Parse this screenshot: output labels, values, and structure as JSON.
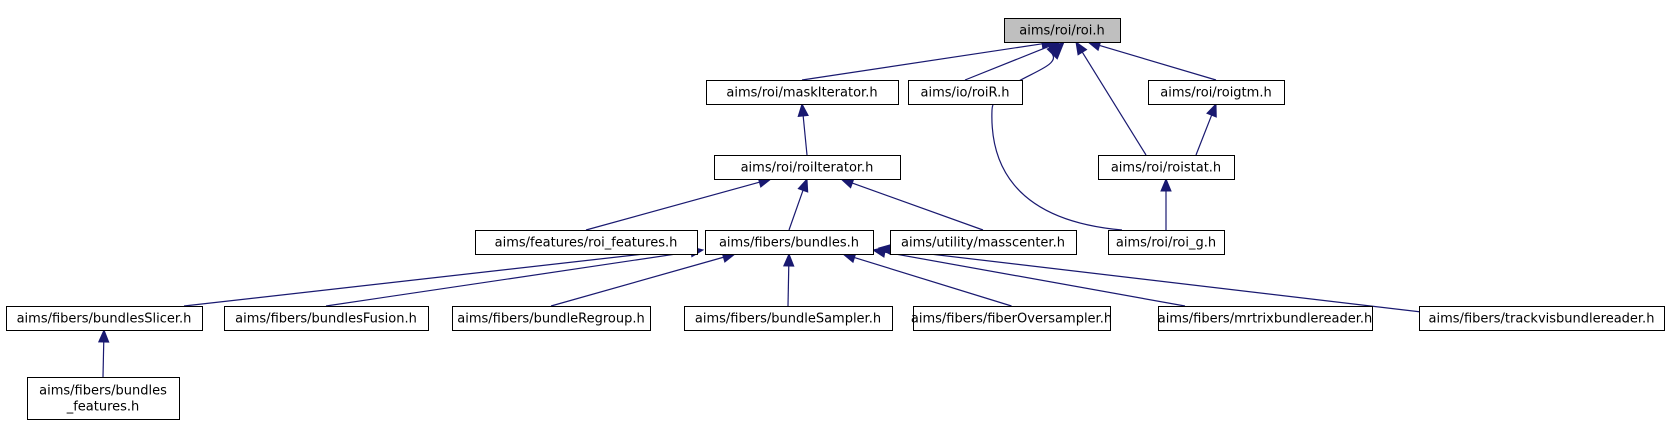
{
  "graph": {
    "nodes": [
      {
        "id": "roi",
        "lines": [
          "aims/roi/roi.h"
        ],
        "root": true
      },
      {
        "id": "maskIterator",
        "lines": [
          "aims/roi/maskIterator.h"
        ]
      },
      {
        "id": "roiR",
        "lines": [
          "aims/io/roiR.h"
        ]
      },
      {
        "id": "roigtm",
        "lines": [
          "aims/roi/roigtm.h"
        ]
      },
      {
        "id": "roiIterator",
        "lines": [
          "aims/roi/roiIterator.h"
        ]
      },
      {
        "id": "roistat",
        "lines": [
          "aims/roi/roistat.h"
        ]
      },
      {
        "id": "roi_features",
        "lines": [
          "aims/features/roi_features.h"
        ]
      },
      {
        "id": "bundles",
        "lines": [
          "aims/fibers/bundles.h"
        ]
      },
      {
        "id": "masscenter",
        "lines": [
          "aims/utility/masscenter.h"
        ]
      },
      {
        "id": "roi_g",
        "lines": [
          "aims/roi/roi_g.h"
        ]
      },
      {
        "id": "bundlesSlicer",
        "lines": [
          "aims/fibers/bundlesSlicer.h"
        ]
      },
      {
        "id": "bundlesFusion",
        "lines": [
          "aims/fibers/bundlesFusion.h"
        ]
      },
      {
        "id": "bundleRegroup",
        "lines": [
          "aims/fibers/bundleRegroup.h"
        ]
      },
      {
        "id": "bundleSampler",
        "lines": [
          "aims/fibers/bundleSampler.h"
        ]
      },
      {
        "id": "fiberOversampler",
        "lines": [
          "aims/fibers/fiberOversampler.h"
        ]
      },
      {
        "id": "mrtrix",
        "lines": [
          "aims/fibers/mrtrixbundlereader.h"
        ]
      },
      {
        "id": "trackvis",
        "lines": [
          "aims/fibers/trackvisbundlereader.h"
        ]
      },
      {
        "id": "bundles_features",
        "lines": [
          "aims/fibers/bundles",
          "_features.h"
        ]
      }
    ],
    "edges": [
      {
        "from": "maskIterator",
        "to": "roi"
      },
      {
        "from": "roiR",
        "to": "roi"
      },
      {
        "from": "roistat",
        "to": "roi"
      },
      {
        "from": "roi_g",
        "to": "roi"
      },
      {
        "from": "roigtm",
        "to": "roi"
      },
      {
        "from": "roiIterator",
        "to": "maskIterator"
      },
      {
        "from": "roistat",
        "to": "roigtm"
      },
      {
        "from": "roi_g",
        "to": "roistat"
      },
      {
        "from": "roi_features",
        "to": "roiIterator"
      },
      {
        "from": "bundles",
        "to": "roiIterator"
      },
      {
        "from": "masscenter",
        "to": "roiIterator"
      },
      {
        "from": "bundlesSlicer",
        "to": "bundles"
      },
      {
        "from": "bundlesFusion",
        "to": "bundles"
      },
      {
        "from": "bundleRegroup",
        "to": "bundles"
      },
      {
        "from": "bundleSampler",
        "to": "bundles"
      },
      {
        "from": "fiberOversampler",
        "to": "bundles"
      },
      {
        "from": "mrtrix",
        "to": "bundles"
      },
      {
        "from": "trackvis",
        "to": "bundles"
      },
      {
        "from": "bundles_features",
        "to": "bundlesSlicer"
      }
    ]
  }
}
